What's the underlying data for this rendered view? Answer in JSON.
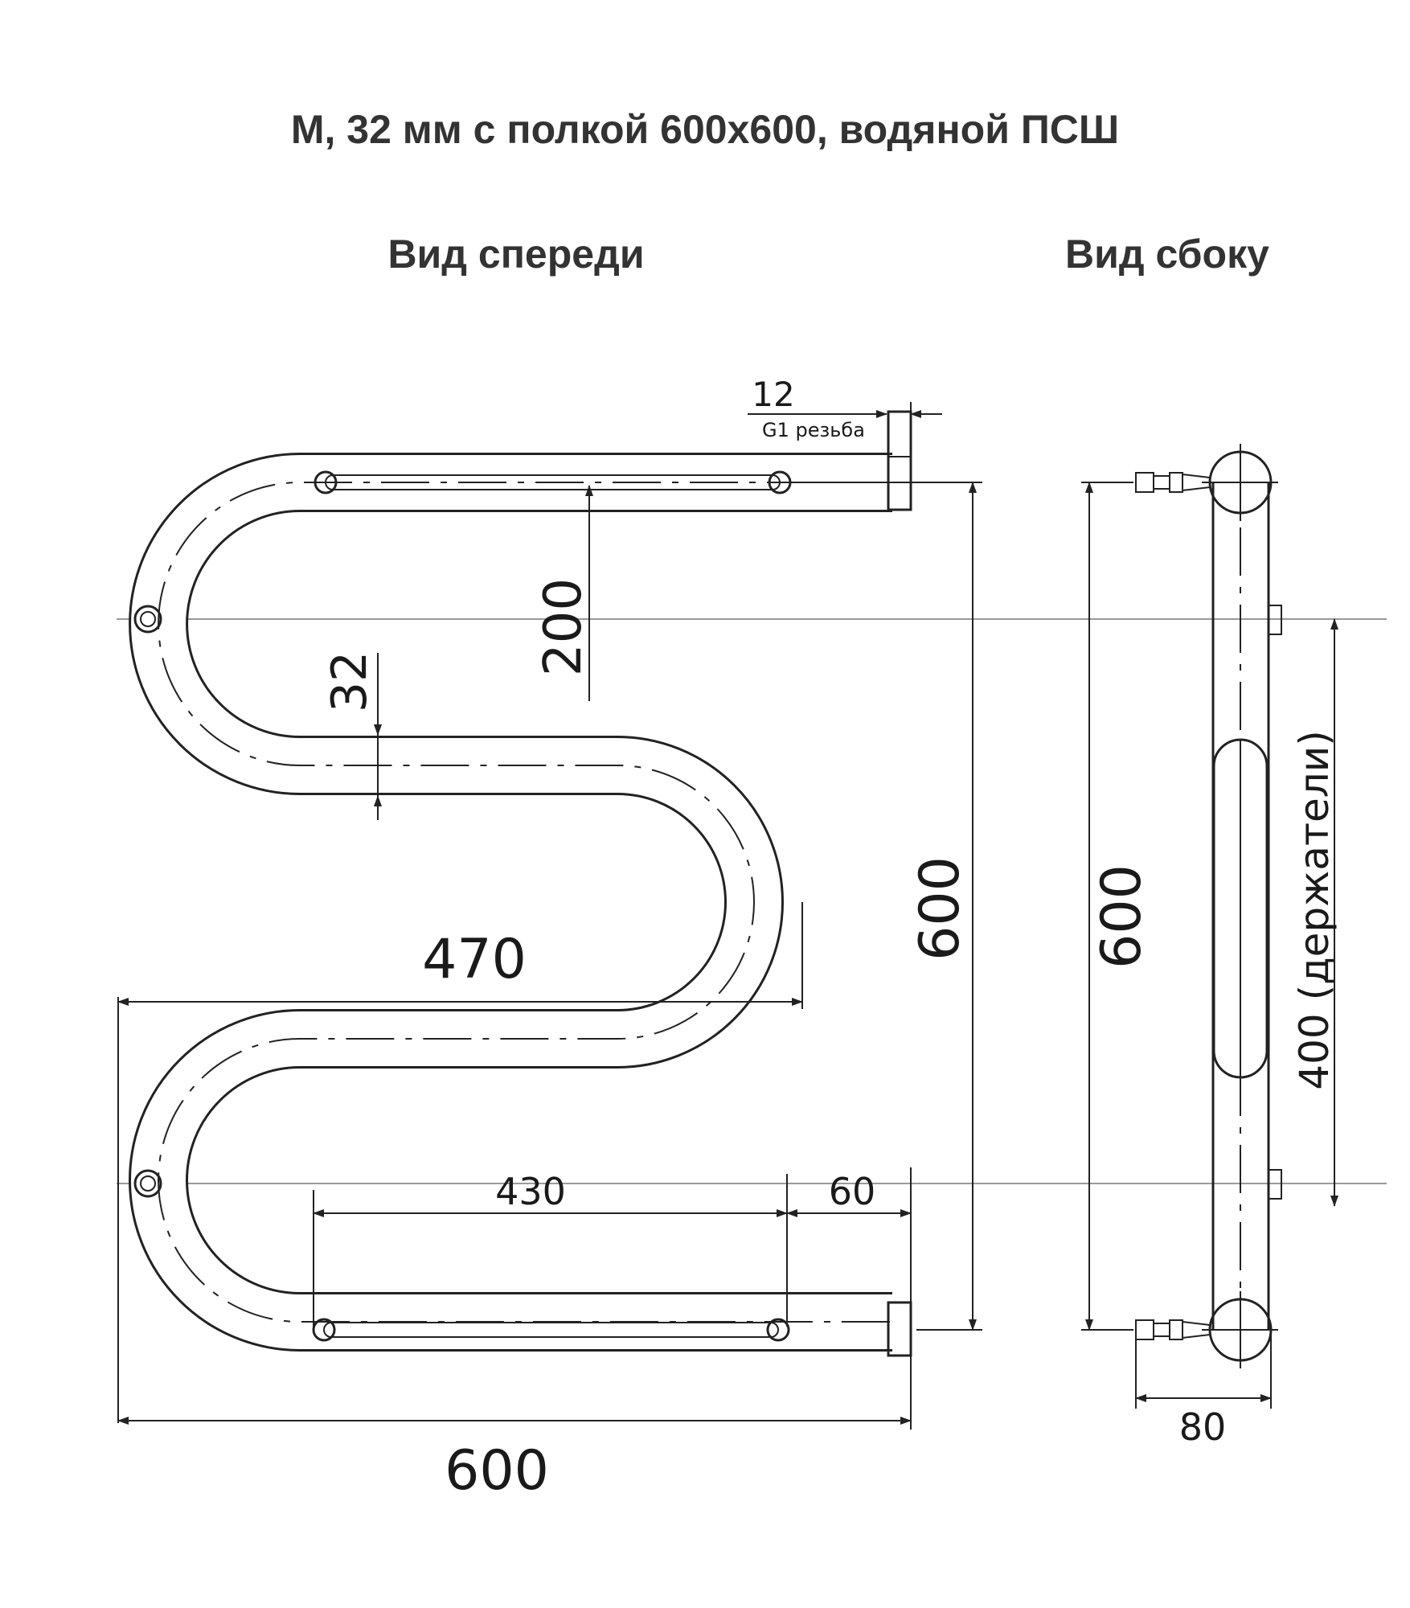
{
  "title": "М, 32 мм с полкой 600x600, водяной ПСШ",
  "views": {
    "front": "Вид спереди",
    "side": "Вид сбоку"
  },
  "dimensions": {
    "thread_len": "12",
    "thread_note": "G1 резьба",
    "spacing": "200",
    "pipe_dia": "32",
    "width_470": "470",
    "height_front": "600",
    "shelf_430": "430",
    "offset_60": "60",
    "width_total": "600",
    "height_side": "600",
    "holders": "400 (держатели)",
    "depth": "80"
  }
}
